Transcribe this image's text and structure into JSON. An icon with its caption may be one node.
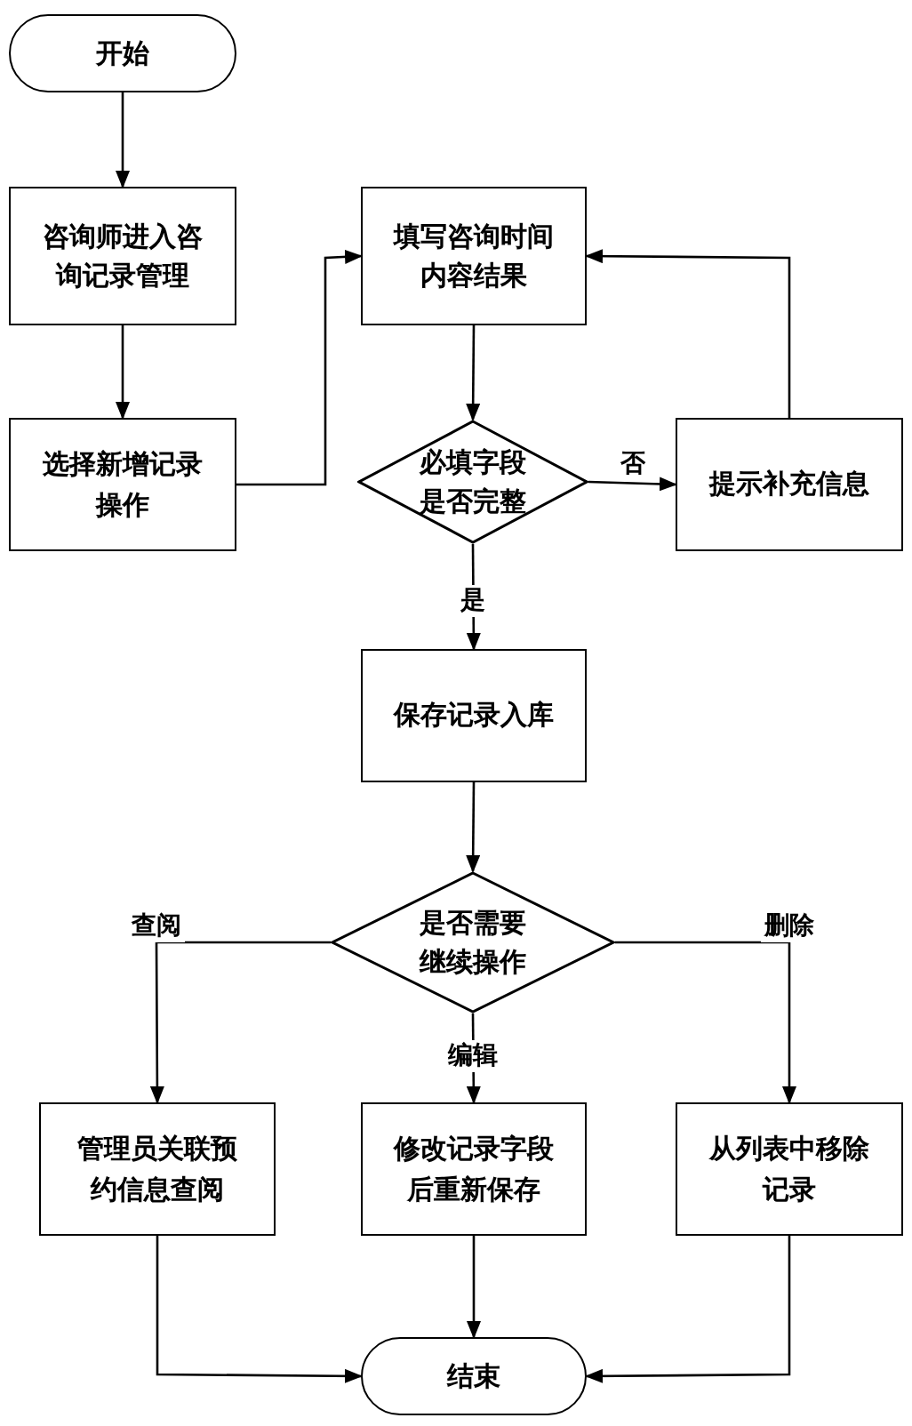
{
  "diagram": {
    "nodes": [
      {
        "text": [
          "开始"
        ]
      },
      {
        "text": [
          "咨询师进入咨询记录管理"
        ]
      },
      {
        "text": [
          "选择新增记录操作"
        ]
      },
      {
        "text": [
          "填写咨询时间内容结果"
        ]
      },
      {
        "text": [
          "必填字段是否完整"
        ]
      },
      {
        "text": [
          "提示补充信息"
        ]
      },
      {
        "text": [
          "保存记录入库"
        ]
      },
      {
        "text": [
          "是否需要继续操作"
        ]
      },
      {
        "text": [
          "管理员关联预约信息查阅"
        ]
      },
      {
        "text": [
          "修改记录字段后重新保存"
        ]
      },
      {
        "text": [
          "从列表中移除记录"
        ]
      },
      {
        "text": [
          "结束"
        ]
      }
    ],
    "edges": [
      {
        "from": 0,
        "to": 1,
        "arrow": "to"
      },
      {
        "from": 1,
        "to": 2,
        "arrow": "to"
      },
      {
        "from": 2,
        "to": 3,
        "arrow": "to"
      },
      {
        "from": 3,
        "to": 4,
        "arrow": "to"
      },
      {
        "from": 4,
        "to": 5,
        "arrow": "to",
        "label": "否"
      },
      {
        "from": 5,
        "to": 3,
        "arrow": "to"
      },
      {
        "from": 4,
        "to": 6,
        "arrow": "to",
        "label": "是"
      },
      {
        "from": 6,
        "to": 7,
        "arrow": "to"
      },
      {
        "from": 7,
        "to": 8,
        "arrow": "to",
        "label": "查阅"
      },
      {
        "from": 7,
        "to": 9,
        "arrow": "to",
        "label": "编辑"
      },
      {
        "from": 7,
        "to": 10,
        "arrow": "to",
        "label": "删除"
      },
      {
        "from": 8,
        "to": 11,
        "arrow": "to"
      },
      {
        "from": 9,
        "to": 11,
        "arrow": "to"
      },
      {
        "from": 10,
        "to": 11,
        "arrow": "to"
      }
    ]
  }
}
